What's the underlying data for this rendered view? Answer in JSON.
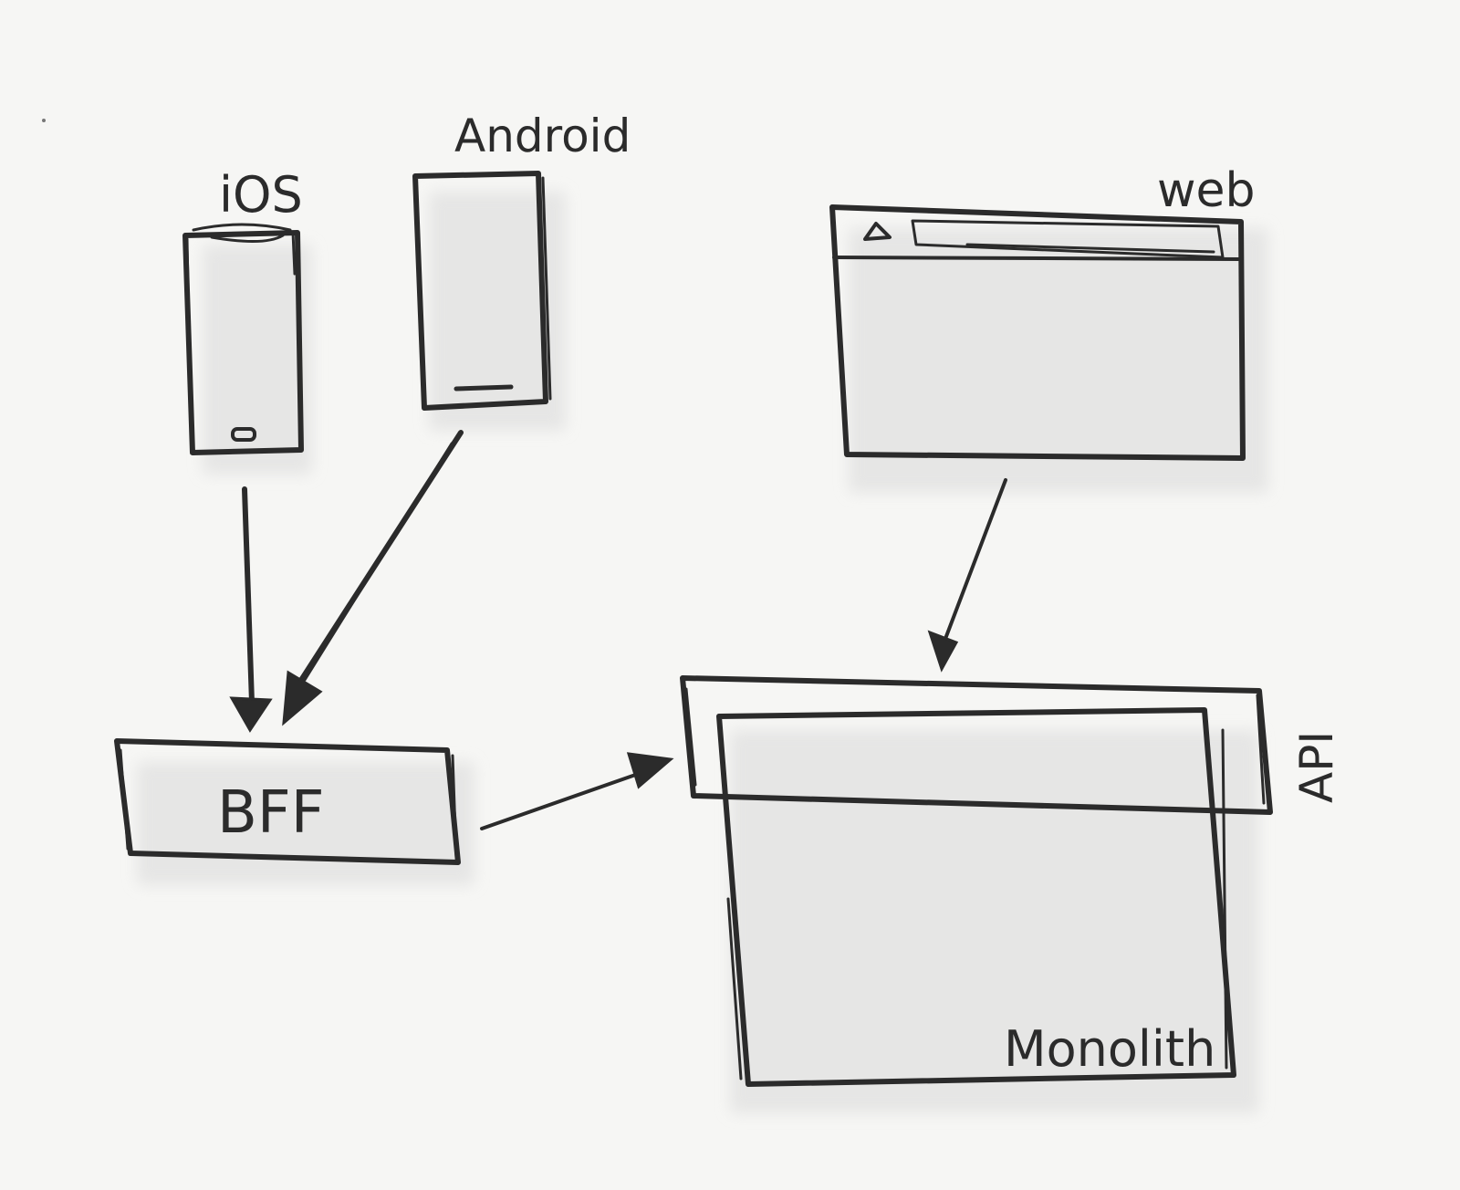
{
  "diagram": {
    "nodes": {
      "ios": {
        "label": "iOS"
      },
      "android": {
        "label": "Android"
      },
      "web": {
        "label": "web"
      },
      "bff": {
        "label": "BFF"
      },
      "api": {
        "label": "API"
      },
      "monolith": {
        "label": "Monolith"
      }
    },
    "edges": [
      {
        "from": "ios",
        "to": "bff"
      },
      {
        "from": "android",
        "to": "bff"
      },
      {
        "from": "web",
        "to": "api"
      },
      {
        "from": "bff",
        "to": "api"
      }
    ],
    "colors": {
      "ink": "#2b2b2b",
      "paper": "#f6f6f4",
      "shadow": "#d9d9d9"
    }
  }
}
